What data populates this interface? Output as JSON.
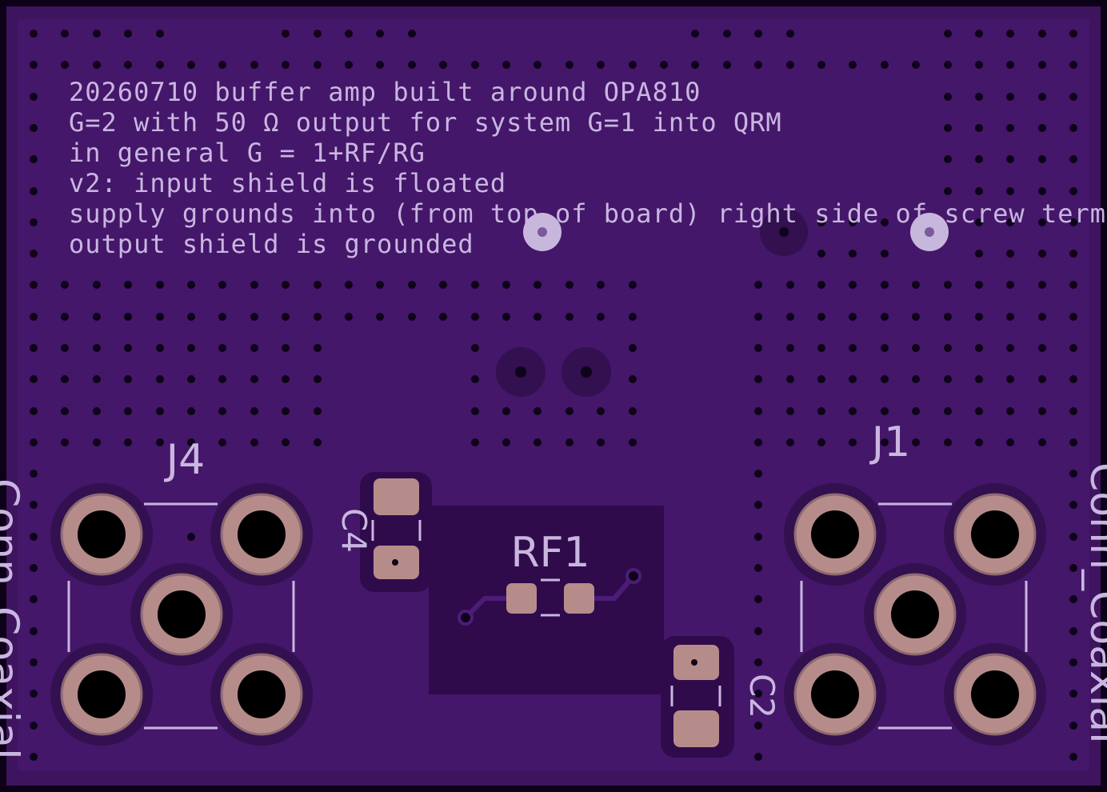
{
  "colors": {
    "board": "#3e145f",
    "board_edge": "#0d0118",
    "pour": "#2f0b4c",
    "via": "#0e0318",
    "silk": "#c9b6e0",
    "pad": "#b68c8a"
  },
  "notes": [
    "20260710 buffer amp built around OPA810",
    "G=2 with 50 Ω output for system G=1 into QRM",
    "in general G = 1+RF/RG",
    "v2: input shield is floated",
    "supply grounds into (from top of board) right side of screw terminals",
    "output shield is grounded"
  ],
  "components": {
    "j4": {
      "ref": "J4",
      "value": "Conn_Coaxial"
    },
    "j1": {
      "ref": "J1",
      "value": "Conn_Coaxial"
    },
    "rf1": {
      "ref": "RF1"
    },
    "c4": {
      "ref": "C4"
    },
    "c2": {
      "ref": "C2"
    }
  }
}
